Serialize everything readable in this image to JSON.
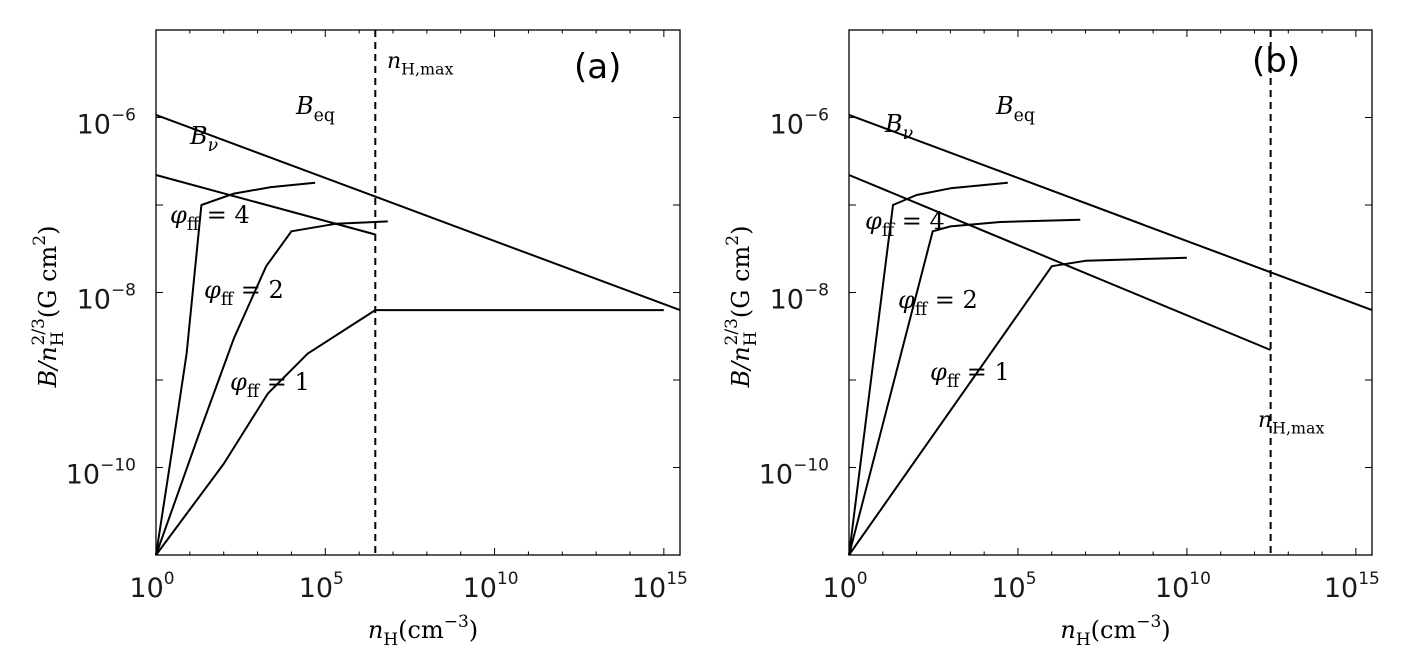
{
  "chart_data": [
    {
      "type": "line",
      "panel_label": "(a)",
      "xscale": "log",
      "yscale": "log",
      "xlim": [
        1,
        3000000000000000.0
      ],
      "ylim": [
        1e-11,
        1e-05
      ],
      "xticks": [
        "10^0",
        "10^5",
        "10^10",
        "10^15"
      ],
      "yticks": [
        "10^-6",
        "10^-8",
        "10^-10"
      ],
      "xlabel": "n_H(cm^-3)",
      "ylabel": "B/n_H^{2/3}(G cm^2)",
      "vline": {
        "x": 3000000.0,
        "label": "n_H,max"
      },
      "curves": [
        {
          "label": "B_eq",
          "points": [
            [
              1,
              1.07e-06
            ],
            [
              3000000000000000.0,
              6.3e-09
            ]
          ]
        },
        {
          "label": "B_ν",
          "points": [
            [
              1,
              2.2e-07
            ],
            [
              3000000.0,
              4.6e-08
            ]
          ]
        },
        {
          "label": "φ_ff = 4",
          "points": [
            [
              1,
              1e-11
            ],
            [
              3,
              1.6e-10
            ],
            [
              8,
              2e-09
            ],
            [
              22,
              1e-07
            ],
            [
              200,
              1.35e-07
            ],
            [
              2500,
              1.6e-07
            ],
            [
              50000,
              1.8e-07
            ]
          ]
        },
        {
          "label": "φ_ff = 2",
          "points": [
            [
              1,
              1e-11
            ],
            [
              20,
              2.6e-10
            ],
            [
              200,
              3e-09
            ],
            [
              1800,
              2e-08
            ],
            [
              10000,
              5e-08
            ],
            [
              200000,
              6.1e-08
            ],
            [
              3000000.0,
              6.4e-08
            ],
            [
              7000000.0,
              6.5e-08
            ]
          ]
        },
        {
          "label": "φ_ff = 1",
          "points": [
            [
              1,
              1e-11
            ],
            [
              100,
              1.1e-10
            ],
            [
              2000,
              7e-10
            ],
            [
              30000,
              2e-09
            ],
            [
              3000000.0,
              6.3e-09
            ],
            [
              1000000000000000.0,
              6.3e-09
            ]
          ]
        }
      ],
      "labels": [
        "B_eq",
        "B_ν",
        "φ_ff = 4",
        "φ_ff = 2",
        "φ_ff = 1"
      ]
    },
    {
      "type": "line",
      "panel_label": "(b)",
      "xscale": "log",
      "yscale": "log",
      "xlim": [
        1,
        3000000000000000.0
      ],
      "ylim": [
        1e-11,
        1e-05
      ],
      "xticks": [
        "10^0",
        "10^5",
        "10^10",
        "10^15"
      ],
      "yticks": [
        "10^-6",
        "10^-8",
        "10^-10"
      ],
      "xlabel": "n_H(cm^-3)",
      "ylabel": "B/n_H^{2/3}(G cm^2)",
      "vline": {
        "x": 3000000000000.0,
        "label": "n_H,max"
      },
      "curves": [
        {
          "label": "B_eq",
          "points": [
            [
              1,
              1.07e-06
            ],
            [
              3000000000000000.0,
              6.3e-09
            ]
          ]
        },
        {
          "label": "B_ν",
          "points": [
            [
              1,
              2.2e-07
            ],
            [
              3000000000000.0,
              2.2e-09
            ]
          ]
        },
        {
          "label": "φ_ff = 4",
          "points": [
            [
              1,
              1e-11
            ],
            [
              20,
              1e-07
            ],
            [
              100,
              1.3e-07
            ],
            [
              1000,
              1.55e-07
            ],
            [
              50000,
              1.8e-07
            ]
          ]
        },
        {
          "label": "φ_ff = 2",
          "points": [
            [
              1,
              1e-11
            ],
            [
              300,
              5e-08
            ],
            [
              1000,
              5.7e-08
            ],
            [
              30000,
              6.4e-08
            ],
            [
              7000000.0,
              6.8e-08
            ]
          ]
        },
        {
          "label": "φ_ff = 1",
          "points": [
            [
              1,
              1e-11
            ],
            [
              1000000.0,
              2e-08
            ],
            [
              10000000.0,
              2.3e-08
            ],
            [
              10000000000.0,
              2.5e-08
            ]
          ]
        }
      ],
      "labels": [
        "B_eq",
        "B_ν",
        "φ_ff = 4",
        "φ_ff = 2",
        "φ_ff = 1"
      ]
    }
  ]
}
